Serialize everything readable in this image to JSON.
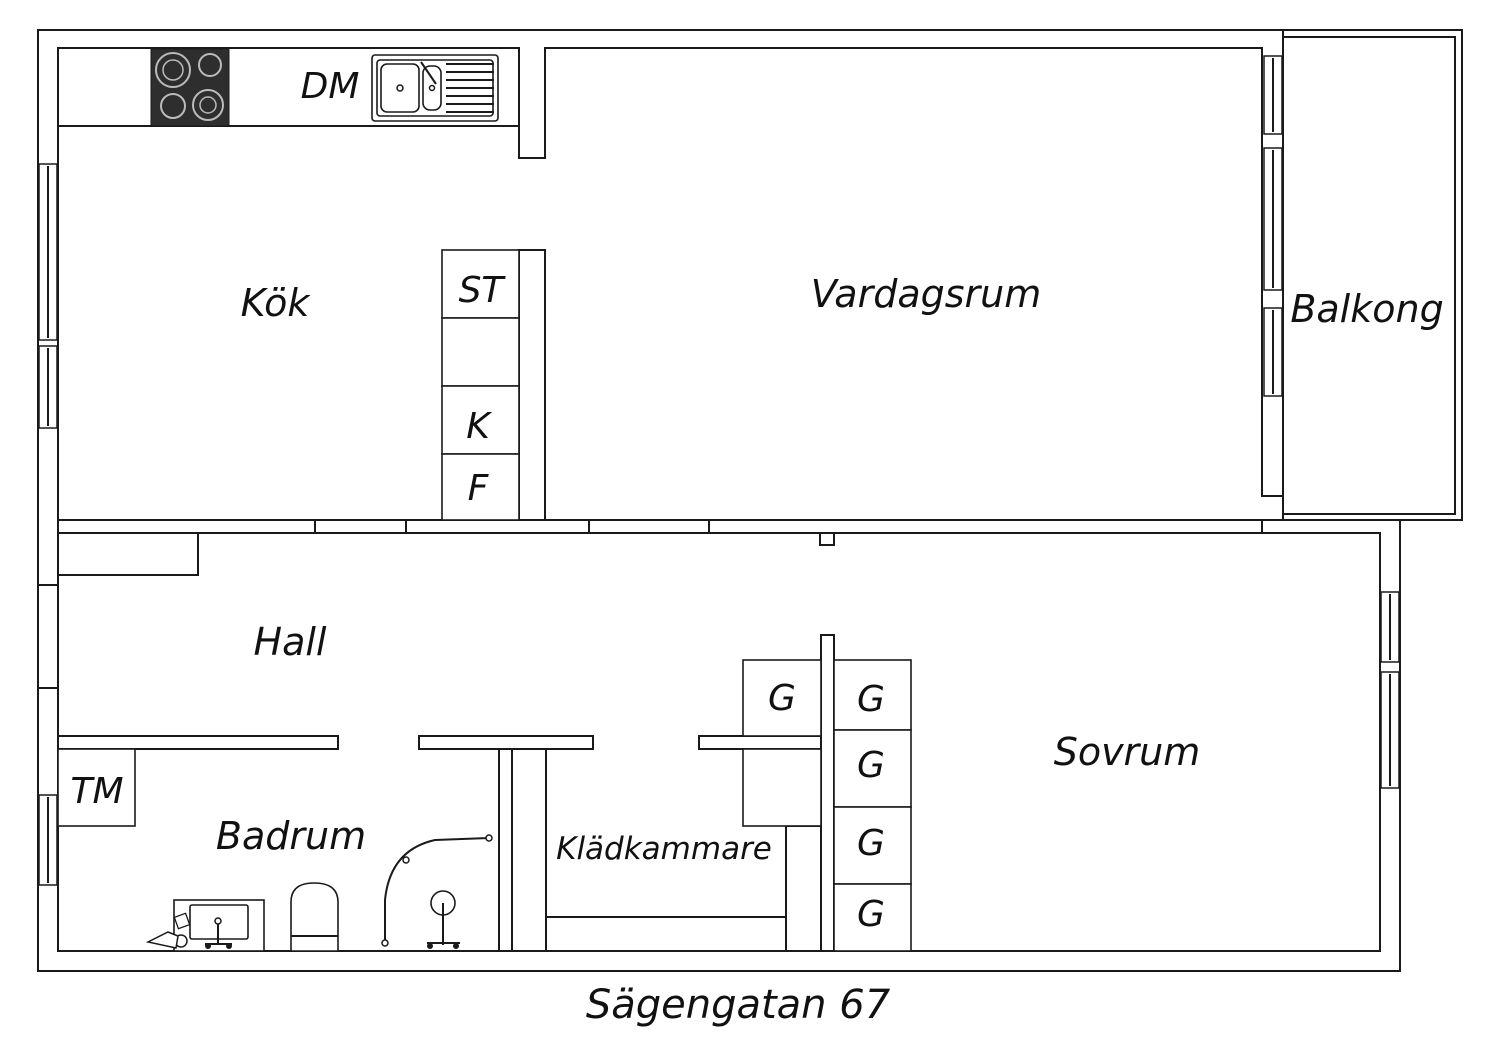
{
  "plan": {
    "rooms": {
      "kitchen": "Kök",
      "living": "Vardagsrum",
      "balcony": "Balkong",
      "hall": "Hall",
      "bathroom": "Badrum",
      "walkin": "Klädkammare",
      "bedroom": "Sovrum"
    },
    "fixtures": {
      "dishwasher": "DM",
      "stove": "ST",
      "fridge": "K",
      "freezer": "F",
      "washer": "TM",
      "wardrobe": "G"
    },
    "address": "Sägengatan 67"
  }
}
